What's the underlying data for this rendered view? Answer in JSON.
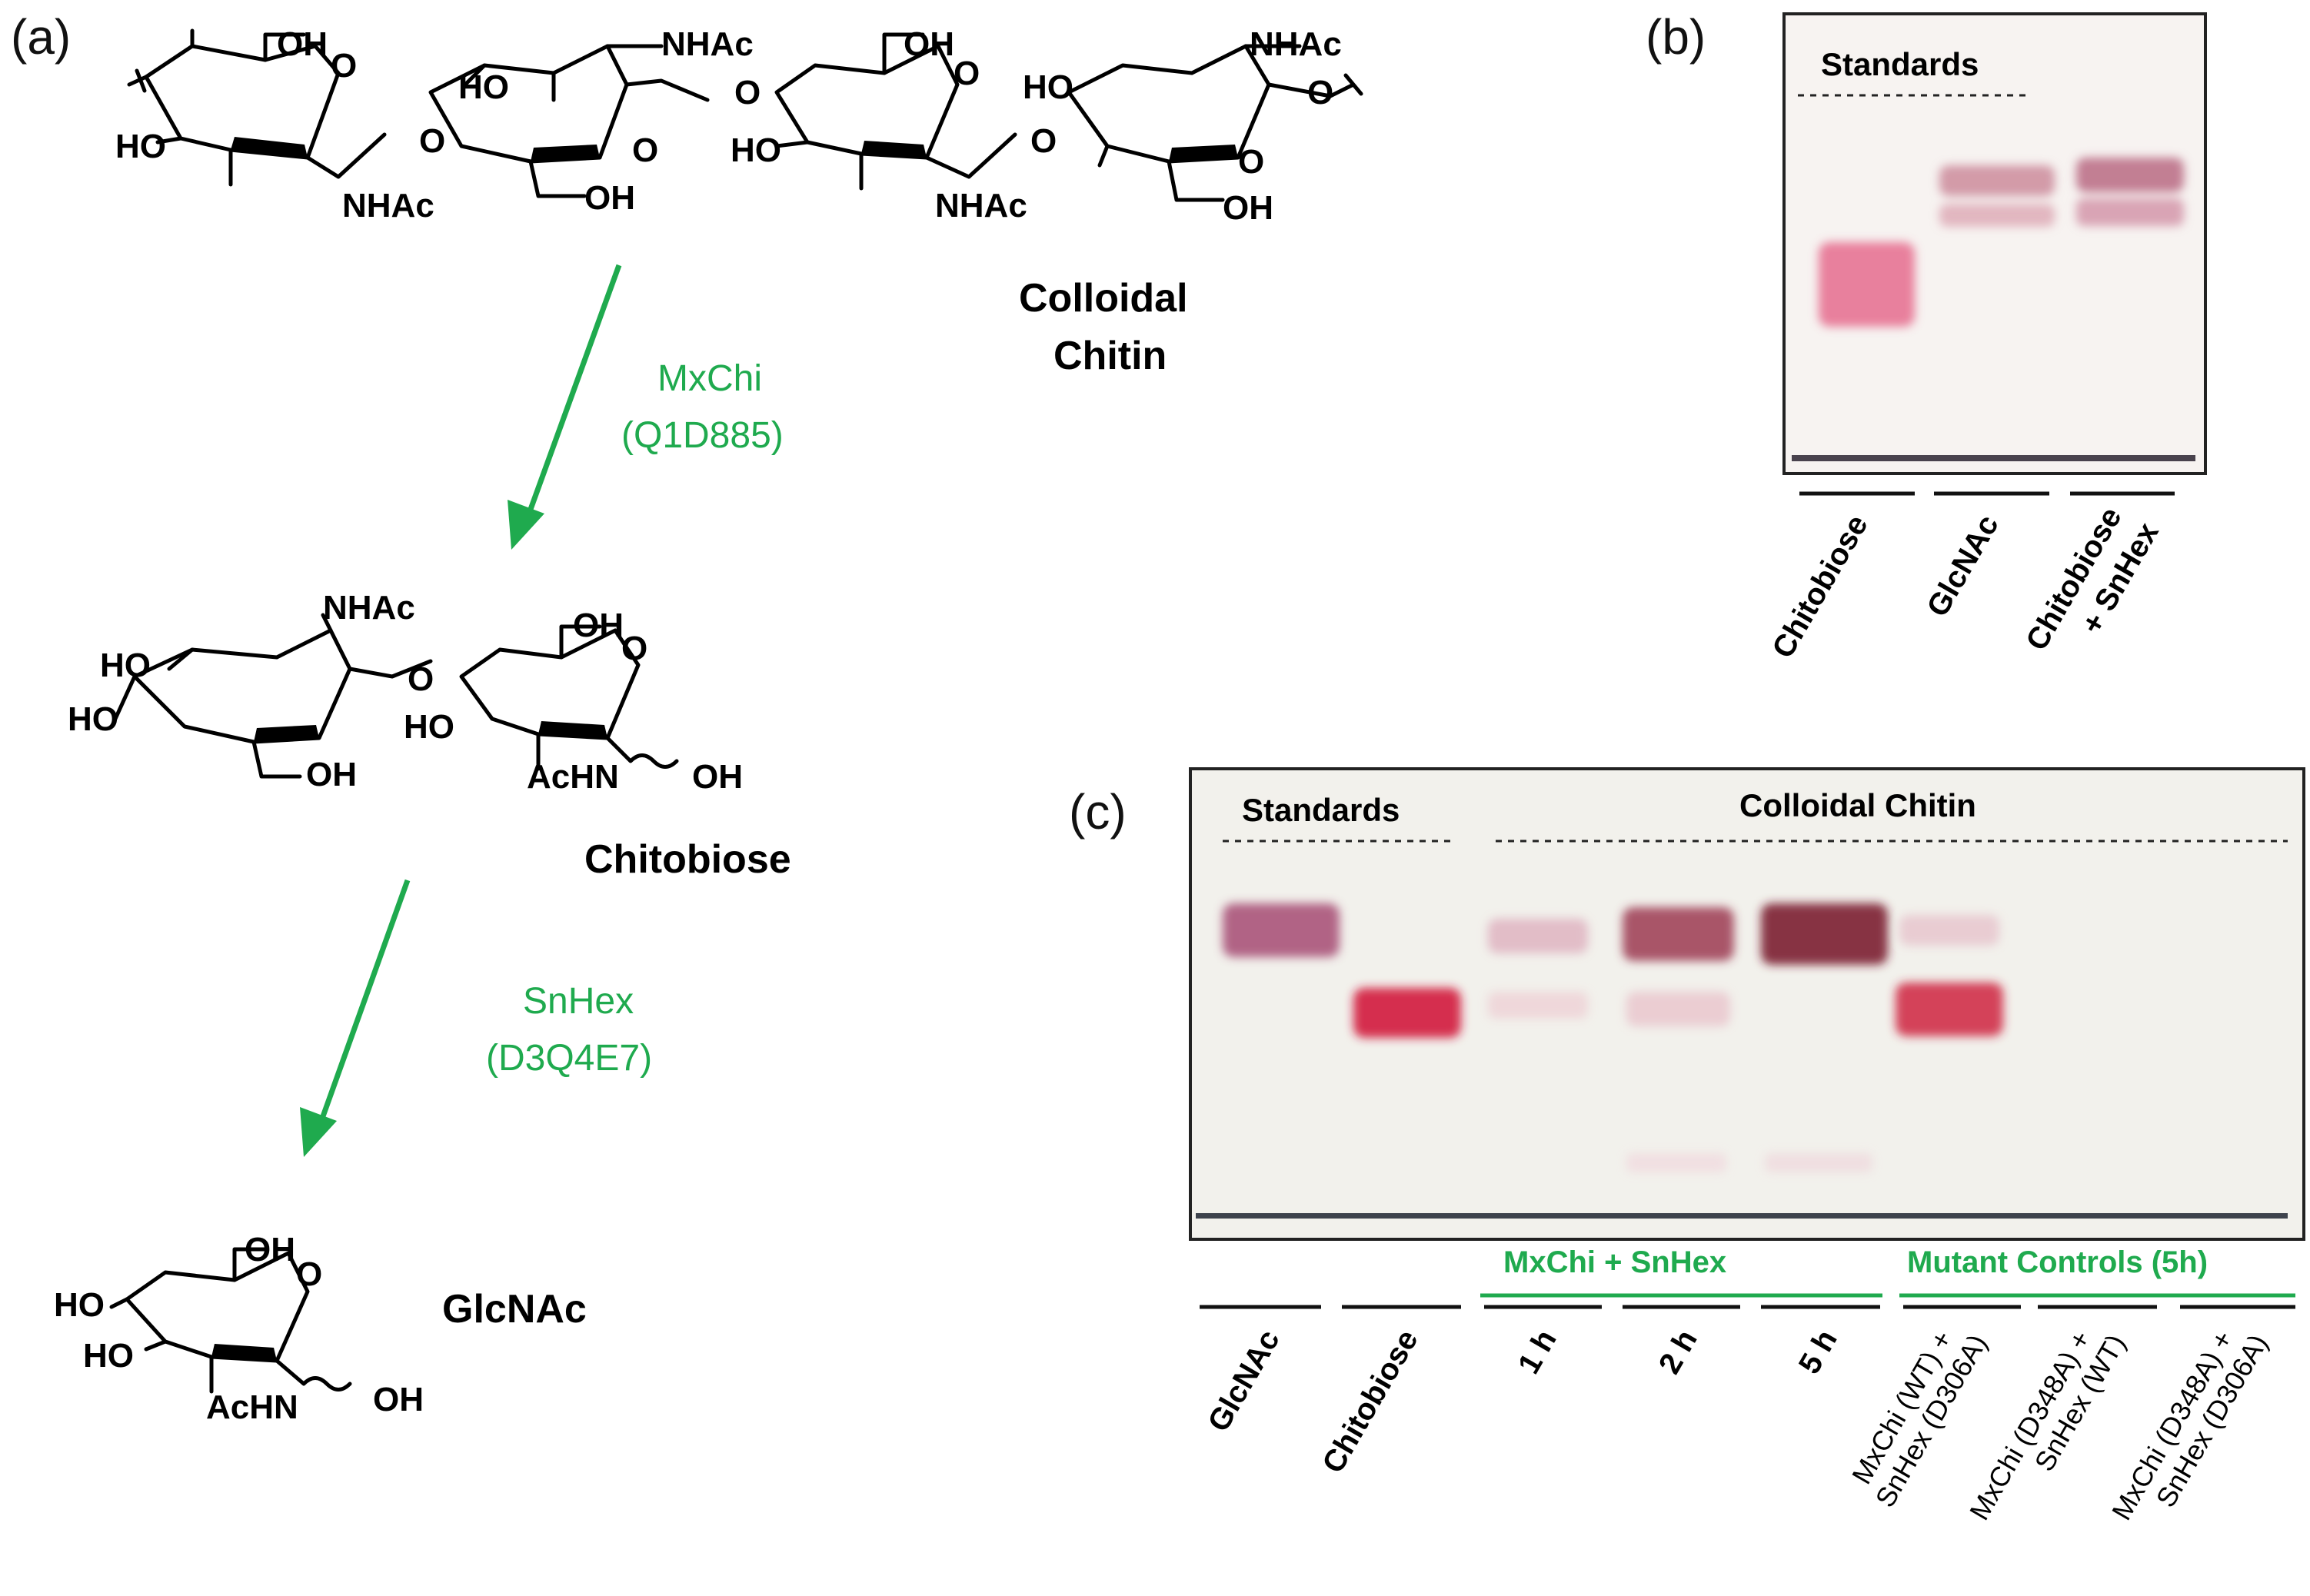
{
  "panels": {
    "a": "(a)",
    "b": "(b)",
    "c": "(c)"
  },
  "scheme": {
    "substrate": {
      "name_line1": "Colloidal",
      "name_line2": "Chitin"
    },
    "step1": {
      "enzyme": "MxChi",
      "accession": "(Q1D885)"
    },
    "intermediate": {
      "name": "Chitobiose"
    },
    "step2": {
      "enzyme": "SnHex",
      "accession": "(D3Q4E7)"
    },
    "product": {
      "name": "GlcNAc"
    },
    "groups": {
      "oh": "OH",
      "ho": "HO",
      "nhac": "NHAc",
      "achn": "AcHN",
      "o": "O"
    }
  },
  "gel_b": {
    "header": "Standards",
    "lanes": [
      "Chitobiose",
      "GlcNAc",
      "Chitobiose",
      "+ SnHex"
    ]
  },
  "gel_c": {
    "header_left": "Standards",
    "header_right": "Colloidal Chitin",
    "group1": "MxChi + SnHex",
    "group2": "Mutant Controls (5h)",
    "lanes": {
      "l1": "GlcNAc",
      "l2": "Chitobiose",
      "l3": "1 h",
      "l4": "2 h",
      "l5": "5 h",
      "l6a": "MxChi (WT) +",
      "l6b": "SnHex (D306A)",
      "l7a": "MxChi (D348A) +",
      "l7b": "SnHex (WT)",
      "l8a": "MxChi (D348A) +",
      "l8b": "SnHex (D306A)"
    }
  },
  "colors": {
    "arrow": "#1faa4e",
    "band_red": "#d7234a",
    "band_purple": "#a0304f",
    "gel_bg": "#f6f4ef"
  }
}
